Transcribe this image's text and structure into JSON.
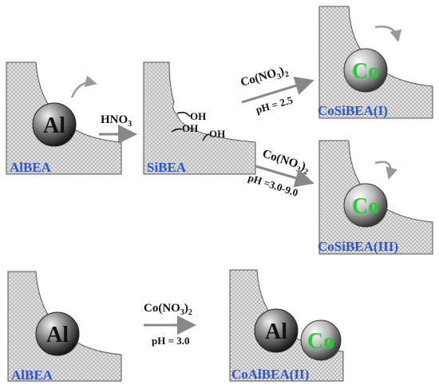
{
  "labels": {
    "albea_top": "AlBEA",
    "sibea": "SiBEA",
    "cosibea_1": "CoSiBEA(I)",
    "cosibea_3": "CoSiBEA(III)",
    "albea_bottom": "AlBEA",
    "coalbea_2": "CoAlBEA(II)"
  },
  "atoms": {
    "al": "Al",
    "co": "Co"
  },
  "hydroxyl": "OH",
  "reagents": {
    "hno3_main": "HNO",
    "hno3_sub": "3",
    "co_main_a": "Co(NO",
    "co_sub_a": "3",
    "co_main_b": ")",
    "co_sub_b": "2"
  },
  "conditions": {
    "ph_1": "pH = 2.5",
    "ph_3": "pH =3.0-9.0",
    "ph_2": "pH = 3.0"
  },
  "colors": {
    "label_blue": "#2b55d8",
    "co_green": "#22cc33",
    "arrow_gray": "#888888"
  }
}
